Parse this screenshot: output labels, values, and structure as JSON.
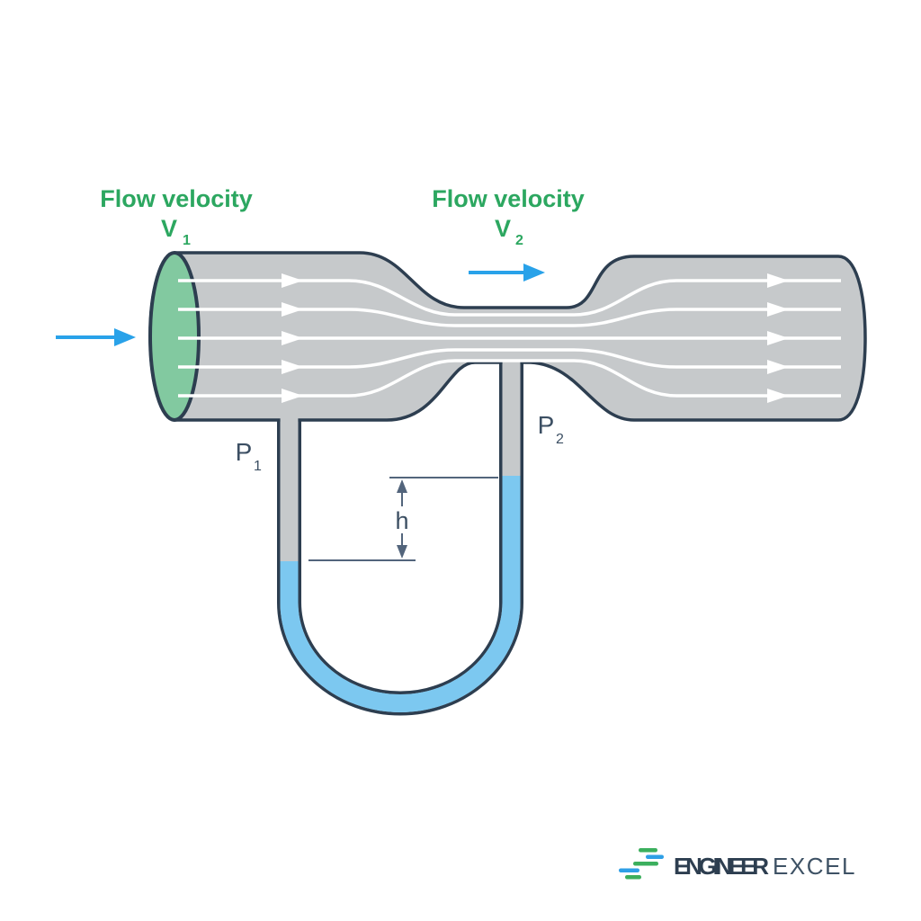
{
  "diagram": {
    "title_semantic": "Venturi tube with U-tube manometer",
    "labels": {
      "flow_velocity_1": {
        "text": "Flow velocity",
        "symbol": "V",
        "subscript": "1"
      },
      "flow_velocity_2": {
        "text": "Flow velocity",
        "symbol": "V",
        "subscript": "2"
      },
      "pressure_1": {
        "symbol": "P",
        "subscript": "1"
      },
      "pressure_2": {
        "symbol": "P",
        "subscript": "2"
      },
      "height_dimension": "h"
    }
  },
  "branding": {
    "logo_bold": "ENGINEER",
    "logo_light": "EXCEL"
  },
  "colors": {
    "background": "#FFFFFF",
    "pipe_gray": "#C6C9CB",
    "outline_navy": "#2D3E50",
    "inlet_green": "#82C9A0",
    "text_green": "#2CA760",
    "arrow_blue": "#29A2E9",
    "fluid_blue": "#7CC8F0",
    "dim_slate": "#53657C",
    "label_slate": "#3C4F63",
    "streamline_white": "#FFFFFF",
    "logo_navy": "#2D3E50",
    "logo_light_navy": "#3E5265",
    "logo_green": "#3BAF5D",
    "logo_blue": "#2E9FE6"
  }
}
